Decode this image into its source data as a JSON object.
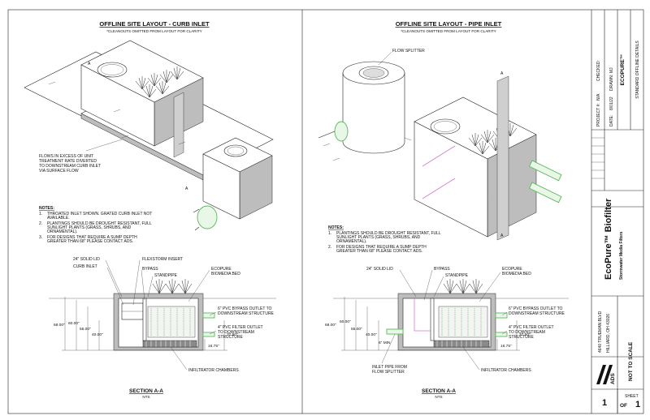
{
  "left_panel": {
    "title": "OFFLINE SITE LAYOUT - CURB INLET",
    "subtitle": "*CLEANOUTS OMITTED FROM LAYOUT FOR CLARITY",
    "callout_flow": [
      "FLOWS IN EXCESS OF UNIT",
      "TREATMENT RATE DIVERTED",
      "TO DOWNSTREAM CURB INLET",
      "VIA SURFACE FLOW"
    ],
    "notes_title": "NOTES:",
    "notes": [
      [
        "1.",
        "THROATED INLET SHOWN. GRATED CURB INLET NOT",
        "AVAILABLE."
      ],
      [
        "2.",
        "PLANTINGS SHOULD BE DROUGHT RESISTANT, FULL",
        "SUNLIGHT PLANTS (GRASS, SHRUBS, AND",
        "ORNAMENTAL)."
      ],
      [
        "3.",
        "FOR DESIGNS THAT REQUIRE A SUMP DEPTH",
        "GREATER THAN 68\" PLEASE CONTACT ADS."
      ]
    ],
    "section": {
      "labels": {
        "solid_lid": "24\" SOLID LID",
        "flexstorm": "FLEXSTORM INSERT",
        "curb_inlet": "CURB INLET",
        "bypass": "BYPASS",
        "standpipe": "STANDPIPE",
        "ecopure": "ECOPURE",
        "biomedia": "BIOMEDIA BED",
        "bypass_outlet": [
          "6\" PVC BYPASS OUTLET TO",
          "DOWNSTREAM STRUCTURE"
        ],
        "filter_outlet": [
          "4\" PVC FILTER OUTLET",
          "TO DOWNSTREAM",
          "STRUCTURE"
        ],
        "infiltrator": "INFILTRATOR CHAMBERS"
      },
      "dims": {
        "d68": "68.00\"",
        "d60": "60.00\"",
        "d55": "55.00\"",
        "d40": "40.00\"",
        "d3750": "37.50\"",
        "d1675": "16.75\""
      },
      "title": "SECTION A-A",
      "nts": "NTS"
    }
  },
  "right_panel": {
    "title": "OFFLINE SITE LAYOUT - PIPE INLET",
    "subtitle": "*CLEANOUTS OMITTED FROM LAYOUT FOR CLARITY",
    "flow_splitter": "FLOW SPLITTER",
    "notes_title": "NOTES:",
    "notes": [
      [
        "1.",
        "PLANTINGS SHOULD BE DROUGHT RESISTANT, FULL",
        "SUNLIGHT PLANTS (GRASS, SHRUBS, AND",
        "ORNAMENTAL)."
      ],
      [
        "2.",
        "FOR DESIGNS THAT REQUIRE A SUMP DEPTH",
        "GREATER THAN 68\" PLEASE CONTACT ADS."
      ]
    ],
    "section": {
      "labels": {
        "solid_lid": "24\" SOLID LID",
        "bypass": "BYPASS",
        "standpipe": "STANDPIPE",
        "ecopure": "ECOPURE",
        "biomedia": "BIOMEDIA BED",
        "bypass_outlet": [
          "6\" PVC BYPASS OUTLET TO",
          "DOWNSTREAM STRUCTURE"
        ],
        "filter_outlet": [
          "4\" PVC FILTER OUTLET",
          "TO DOWNSTREAM",
          "STRUCTURE"
        ],
        "inlet_pipe": [
          "INLET PIPE FROM",
          "FLOW SPLITTER"
        ],
        "infiltrator": "INFILTRATOR CHAMBERS",
        "min6": "6\" MIN"
      },
      "dims": {
        "d68": "68.00\"",
        "d60": "60.00\"",
        "d55": "55.00\"",
        "d40": "40.00\"",
        "d3750": "37.50\"",
        "d1675": "16.75\""
      },
      "title": "SECTION A-A",
      "nts": "NTS"
    }
  },
  "section_marker": "A",
  "title_block": {
    "product": "ECOPURE™",
    "drawing": "STANDARD OFFLINE DETAILS",
    "date_label": "DATE:",
    "date": "8/01/22",
    "drawn_label": "DRAWN:",
    "drawn": "MJ",
    "project_label": "PROJECT #:",
    "project": "N/A",
    "checked_label": "CHECKED:",
    "checked": "",
    "brand_name": "EcoPure™ Biofilter",
    "brand_sub": "Stormwater Media Filters",
    "address": [
      "4640 TRUEMAN BLVD",
      "HILLIARD, OH 43026"
    ],
    "logo": "ADS",
    "scale": "NOT TO SCALE",
    "sheet_label": "SHEET",
    "sheet": "1",
    "of": "OF",
    "sheets": "1"
  }
}
